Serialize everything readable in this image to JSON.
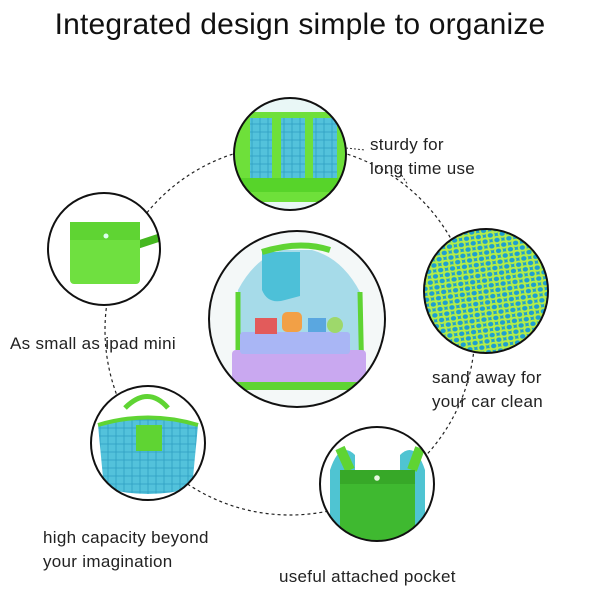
{
  "title": "Integrated design simple to organize",
  "labels": {
    "sturdy": [
      "sturdy for",
      "long time use"
    ],
    "small": "As small as ipad mini",
    "sand": [
      "sand away for",
      "your car clean"
    ],
    "capacity": [
      "high capacity beyond",
      "your imagination"
    ],
    "pocket": "useful attached pocket"
  },
  "colors": {
    "mesh_green": "#5ddf2c",
    "mesh_blue": "#3fb4d4",
    "circle_border": "#111111",
    "background": "#ffffff"
  }
}
